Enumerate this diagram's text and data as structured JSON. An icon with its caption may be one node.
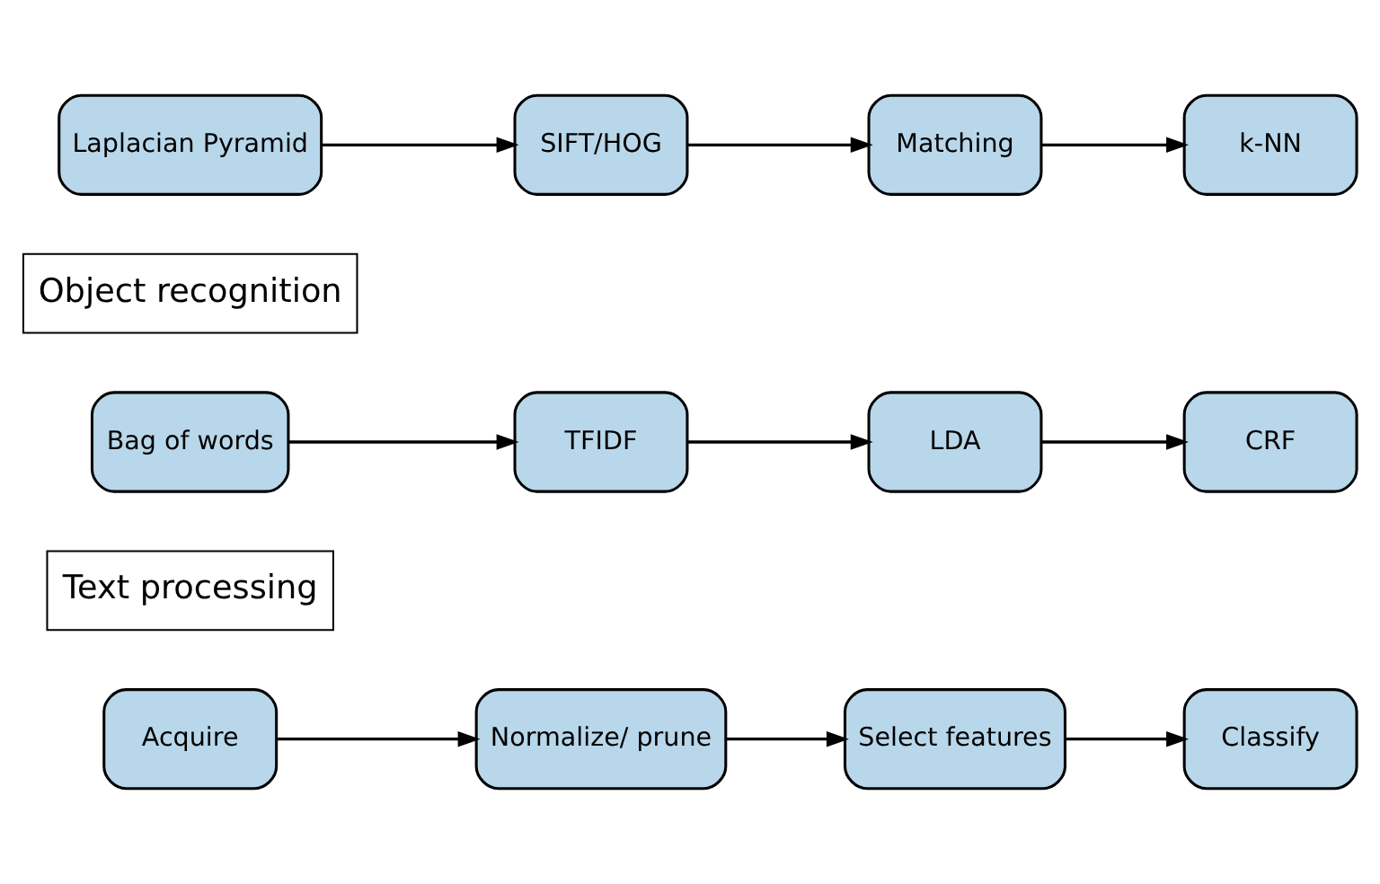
{
  "diagram": {
    "nodes": [
      {
        "text": [
          "Acquire"
        ]
      },
      {
        "text": [
          "Normalize/ prune"
        ]
      },
      {
        "text": [
          "Select features"
        ]
      },
      {
        "text": [
          "Classify"
        ]
      },
      {
        "text": [
          "Text processing"
        ]
      },
      {
        "text": [
          "Bag of words"
        ]
      },
      {
        "text": [
          "TFIDF"
        ]
      },
      {
        "text": [
          "LDA"
        ]
      },
      {
        "text": [
          "CRF"
        ]
      },
      {
        "text": [
          "Object recognition"
        ]
      },
      {
        "text": [
          "Laplacian Pyramid"
        ]
      },
      {
        "text": [
          "SIFT/HOG"
        ]
      },
      {
        "text": [
          "Matching"
        ]
      },
      {
        "text": [
          "k-NN"
        ]
      }
    ],
    "edges": [
      {
        "from": 0,
        "to": 1,
        "arrow": "to"
      },
      {
        "from": 1,
        "to": 2,
        "arrow": "to"
      },
      {
        "from": 2,
        "to": 3,
        "arrow": "to"
      },
      {
        "from": 5,
        "to": 6,
        "arrow": "to"
      },
      {
        "from": 6,
        "to": 7,
        "arrow": "to"
      },
      {
        "from": 7,
        "to": 8,
        "arrow": "to"
      },
      {
        "from": 10,
        "to": 11,
        "arrow": "to"
      },
      {
        "from": 11,
        "to": 12,
        "arrow": "to"
      },
      {
        "from": 12,
        "to": 13,
        "arrow": "to"
      }
    ]
  }
}
